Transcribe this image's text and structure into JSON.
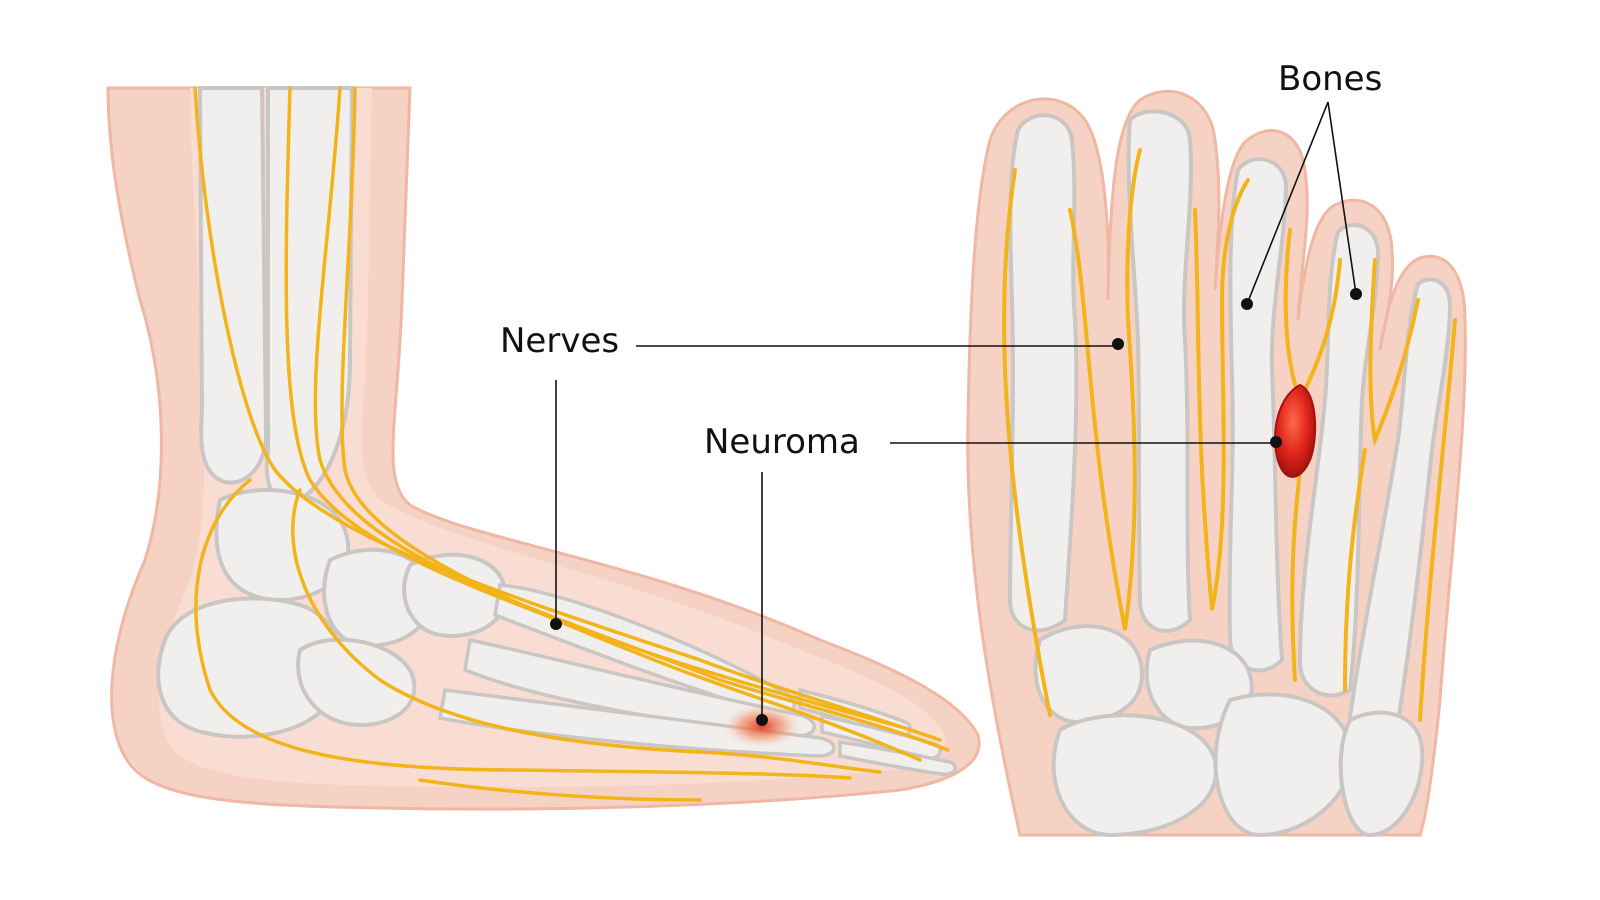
{
  "labels": {
    "nerves": "Nerves",
    "neuroma": "Neuroma",
    "bones": "Bones"
  },
  "colors": {
    "background": "#ffffff",
    "skin": "#f6d2c4",
    "skin_edge": "#efb7a4",
    "bone": "#f1efee",
    "bone_shadow": "#c9c6c4",
    "nerve": "#f2b31b",
    "nerve_edge": "#e08a00",
    "neuroma": "#d8261e",
    "leader_line": "#111111"
  },
  "icons": {
    "side_view": "foot-side-view-illustration",
    "top_view": "foot-top-view-illustration"
  }
}
